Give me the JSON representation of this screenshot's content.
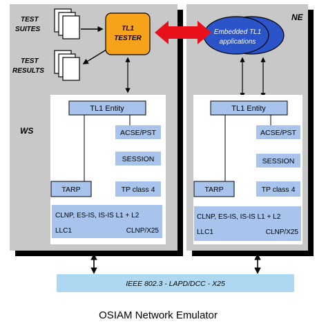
{
  "left_panel": {
    "label": "WS",
    "test_suites": [
      "TEST",
      "SUITES"
    ],
    "test_results": [
      "TEST",
      "RESULTS"
    ],
    "tester": [
      "TL1",
      "TESTER"
    ],
    "entity": "TL1 Entity",
    "acse": "ACSE/PST",
    "session": "SESSION",
    "tarp": "TARP",
    "tp": "TP class 4",
    "bottom_line1": "CLNP, ES-IS, IS-IS L1 + L2",
    "bottom_llc": "LLC1",
    "bottom_clnp": "CLNP/X25"
  },
  "right_panel": {
    "label": "NE",
    "embedded": [
      "Embedded TL1",
      "applications"
    ],
    "entity": "TL1 Entity",
    "acse": "ACSE/PST",
    "session": "SESSION",
    "tarp": "TARP",
    "tp": "TP class 4",
    "bottom_line1": "CLNP, ES-IS, IS-IS L1 + L2",
    "bottom_llc": "LLC1",
    "bottom_clnp": "CLNP/X25"
  },
  "bus_label": "IEEE 802.3 - LAPD/DCC - X25",
  "caption": "OSIAM Network Emulator",
  "colors": {
    "panel": "#c8c8c8",
    "shadow": "#000000",
    "box": "#a9c4ec",
    "inner": "#ffffff",
    "tester": "#f7a21b",
    "ellipse": "#2b54c8",
    "connector": "#e8101a",
    "bus": "#aed8f2"
  }
}
